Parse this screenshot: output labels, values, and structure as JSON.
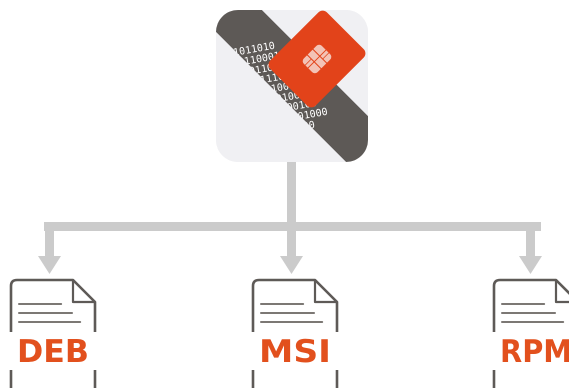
{
  "app_icon": {
    "name": "smart-card-binary-icon",
    "binary_lines": [
      "01011010",
      "10110001000",
      "0001100110",
      "11011101110",
      "0110100100",
      "00110100100",
      "0010100100",
      "00111001000",
      "00110100",
      "0011010",
      "0110"
    ],
    "colors": {
      "dark": "#5d5956",
      "accent": "#e2431a",
      "chip": "#f3c3b6",
      "tile": "#f0f0f3"
    }
  },
  "connector": {
    "color": "#cbcbcb"
  },
  "packages": [
    {
      "label": "DEB",
      "icon": "file-icon"
    },
    {
      "label": "MSI",
      "icon": "file-icon"
    },
    {
      "label": "RPM",
      "icon": "file-icon"
    }
  ],
  "colors": {
    "label": "#e2501d",
    "file_outline": "#5e5a57",
    "file_lines": "#7c7874"
  }
}
